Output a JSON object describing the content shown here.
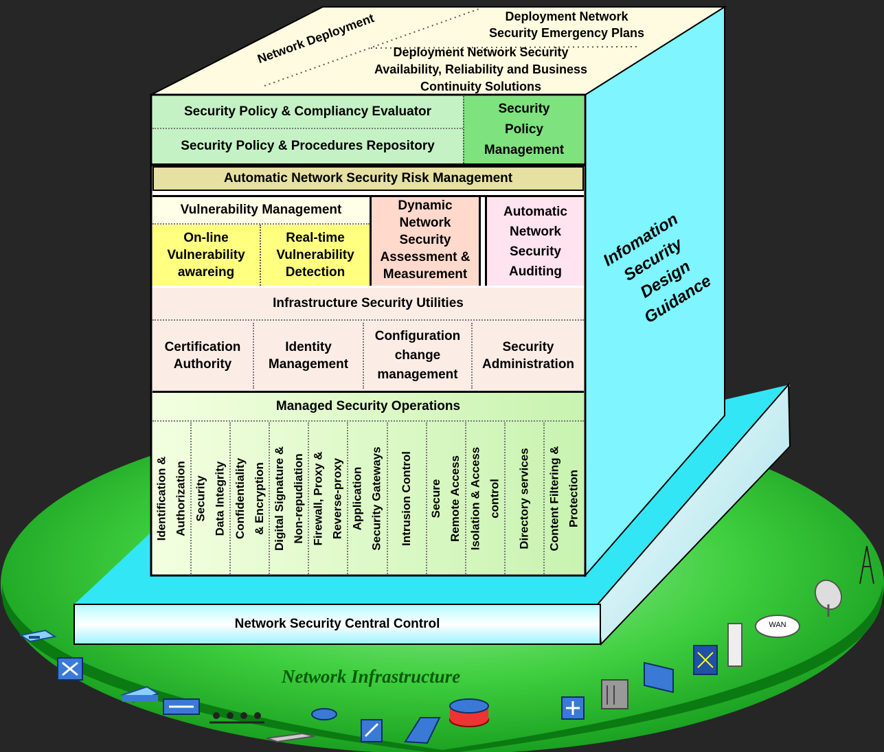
{
  "top_face": {
    "network_deployment": "Network Deployment",
    "emergency_plans": [
      "Deployment Network",
      "Security Emergency Plans"
    ],
    "availability": [
      "Deployment Network Security",
      "Availability, Reliability and Business",
      "Continuity Solutions"
    ]
  },
  "side_face": {
    "guidance": [
      "Infomation",
      "Security",
      "Design",
      "Guidance"
    ]
  },
  "policy": {
    "evaluator": "Security Policy & Compliancy Evaluator",
    "repository": "Security Policy & Procedures Repository",
    "management": [
      "Security",
      "Policy",
      "Management"
    ]
  },
  "risk": {
    "label": "Automatic Network Security Risk Management"
  },
  "vulnerability": {
    "title": "Vulnerability Management",
    "online": [
      "On-line",
      "Vulnerability",
      "awareing"
    ],
    "realtime": [
      "Real-time",
      "Vulnerability",
      "Detection"
    ],
    "dynamic": [
      "Dynamic",
      "Network",
      "Security",
      "Assessment &",
      "Measurement"
    ],
    "auditing": [
      "Automatic",
      "Network",
      "Security",
      "Auditing"
    ]
  },
  "infrastructure": {
    "title": "Infrastructure Security Utilities",
    "items": [
      [
        "Certification",
        "Authority"
      ],
      [
        "Identity",
        "Management"
      ],
      [
        "Configuration",
        "change",
        "management"
      ],
      [
        "Security",
        "Administration"
      ]
    ]
  },
  "operations": {
    "title": "Managed Security Operations",
    "columns": [
      [
        "Identification &",
        "Authorization"
      ],
      [
        "Security",
        "Data Integrity"
      ],
      [
        "Confidentiality",
        "& Encryption"
      ],
      [
        "Digital Signature &",
        "Non-repudiation"
      ],
      [
        "Firewall, Proxy &",
        "Reverse-proxy"
      ],
      [
        "Application",
        "Security Gateways"
      ],
      [
        "Intrusion Control"
      ],
      [
        "Secure",
        "Remote Access"
      ],
      [
        "Isolation & Access",
        "control"
      ],
      [
        "Directory services"
      ],
      [
        "Content Filtering &",
        "Protection"
      ]
    ]
  },
  "base": {
    "central_control": "Network Security Central Control",
    "infrastructure_label": "Network Infrastructure",
    "wan_label": "WAN"
  },
  "colors": {
    "background": "#262626",
    "ellipse": "#2fb82f",
    "cyan": "#7ff5ff",
    "top_face": "#fffbe0",
    "policy_green": "#c4f2c4",
    "policy_dark_green": "#7ee27e",
    "risk_tan": "#e6e0a2",
    "yellow": "#ffff80",
    "salmon": "#ffd9cc",
    "pink": "#ffe3ee",
    "infra": "#fcece6",
    "ops_green": "#d9f7c8"
  }
}
